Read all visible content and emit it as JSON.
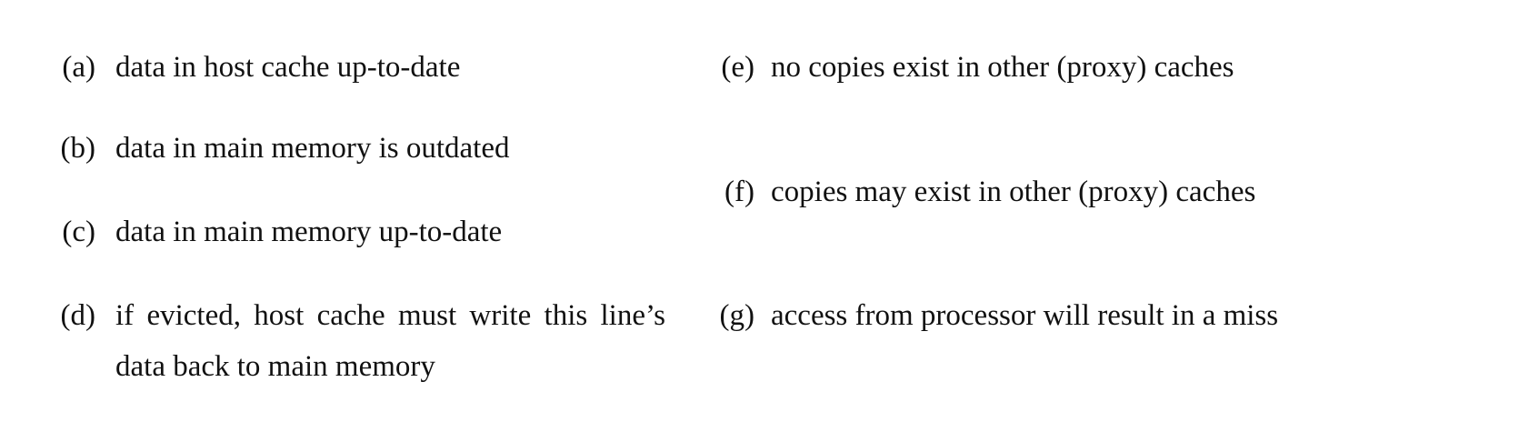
{
  "left_items": [
    {
      "label": "(a)",
      "text": "data in host cache up-to-date"
    },
    {
      "label": "(b)",
      "text": "data in main memory is outdated"
    },
    {
      "label": "(c)",
      "text": "data in main memory up-to-date"
    },
    {
      "label": "(d)",
      "text": "if evicted, host cache must write this line’s data back to main memory"
    }
  ],
  "right_items": [
    {
      "label": "(e)",
      "text": "no copies exist in other (proxy) caches"
    },
    {
      "label": "(f)",
      "text": "copies may exist in other (proxy) caches"
    },
    {
      "label": "(g)",
      "text": "access from processor will result in a miss"
    }
  ]
}
